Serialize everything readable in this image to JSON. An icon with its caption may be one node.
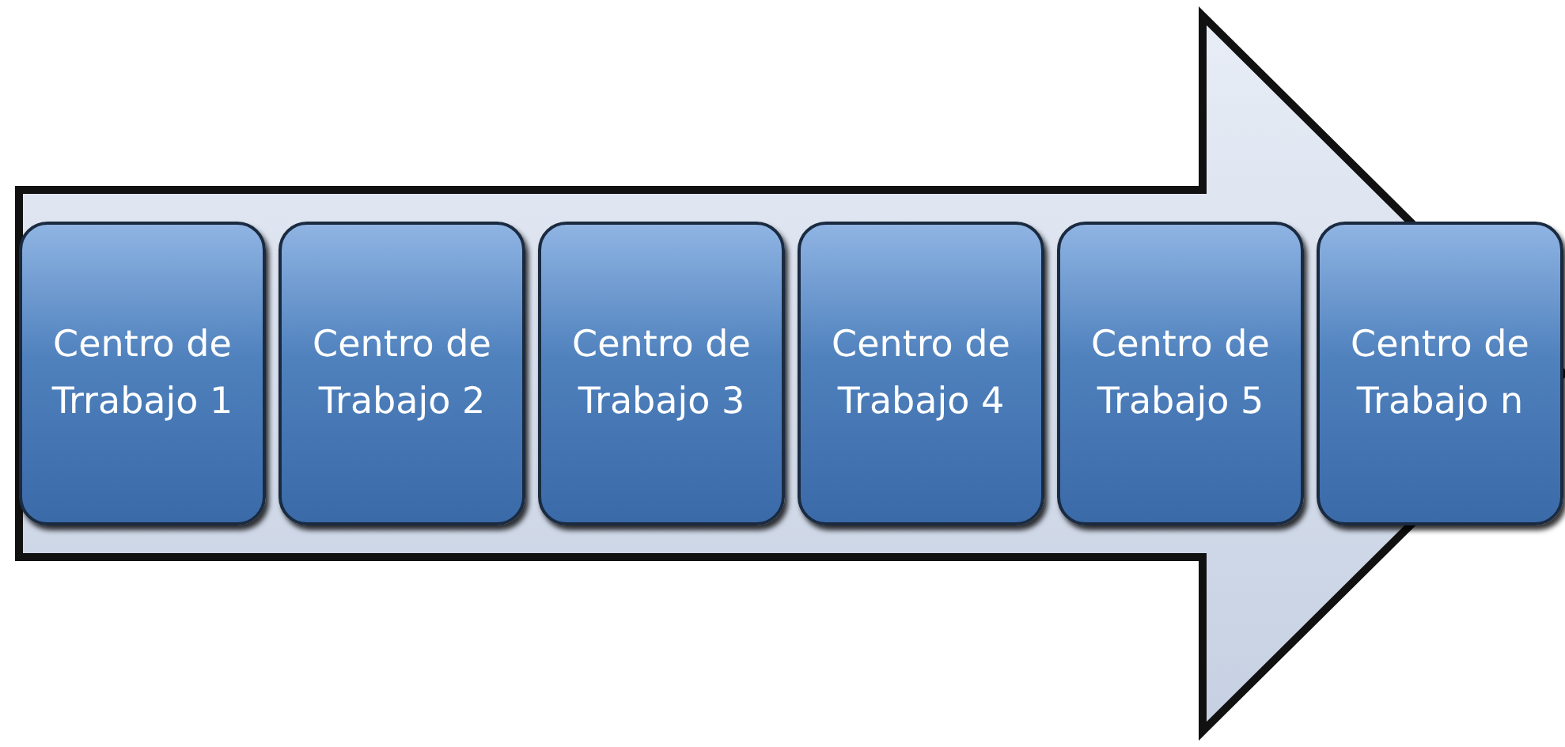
{
  "diagram": {
    "nodes": [
      {
        "text": [
          "Centro de Trrabajo 1"
        ]
      },
      {
        "text": [
          "Centro de Trabajo 2"
        ]
      },
      {
        "text": [
          "Centro de Trabajo 3"
        ]
      },
      {
        "text": [
          "Centro de Trabajo 4"
        ]
      },
      {
        "text": [
          "Centro de Trabajo 5"
        ]
      },
      {
        "text": [
          "Centro de Trabajo n"
        ]
      }
    ],
    "edges": [
      {
        "from": 0,
        "to": 5,
        "arrow": "to"
      }
    ]
  }
}
